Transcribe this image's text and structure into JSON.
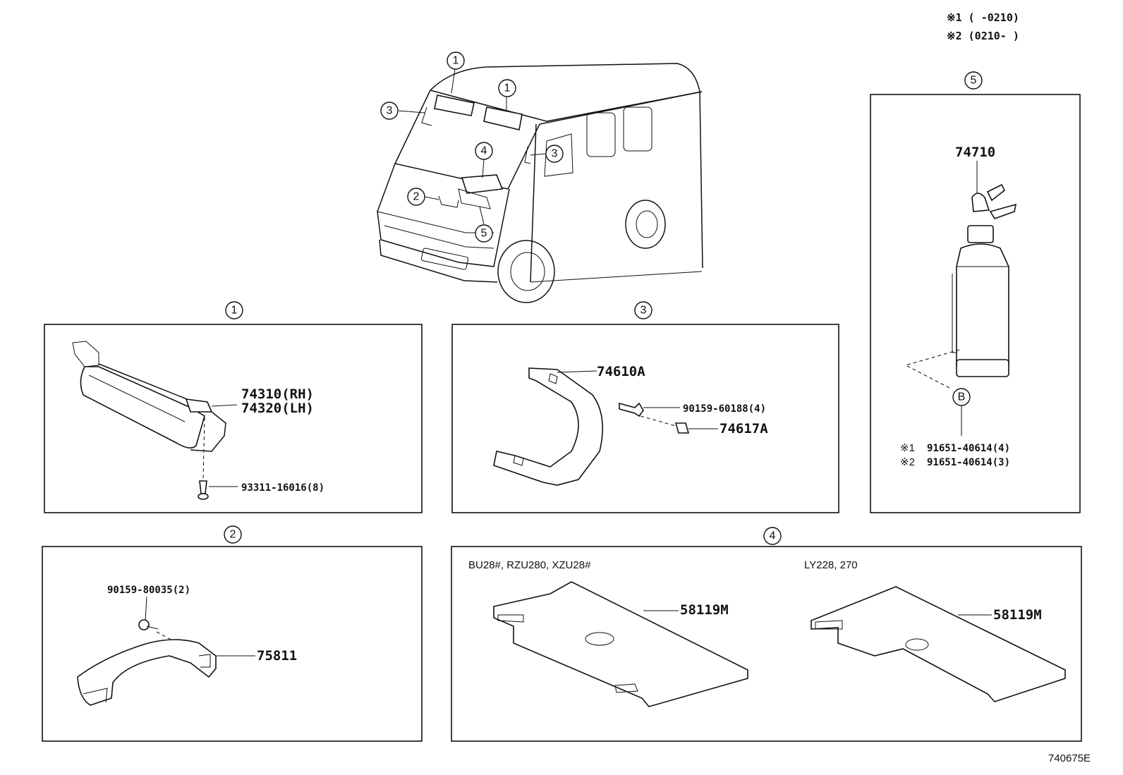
{
  "notes": {
    "note1": "※1 (     -0210)",
    "note2": "※2 (0210-     )"
  },
  "callouts": {
    "c1": "1",
    "c2": "2",
    "c3": "3",
    "c4": "4",
    "c5": "5",
    "cB": "B"
  },
  "section1": {
    "visor_rh": "74310(RH)",
    "visor_lh": "74320(LH)",
    "screw": "93311-16016(8)"
  },
  "section2": {
    "screw": "90159-80035(2)",
    "grip": "75811"
  },
  "section3": {
    "grip": "74610A",
    "screw": "90159-60188(4)",
    "cap": "74617A"
  },
  "section4": {
    "model_left": "BU28#, RZU280, XZU28#",
    "model_right": "LY228, 270",
    "tray_left": "58119M",
    "tray_right": "58119M"
  },
  "section5": {
    "extinguisher": "74710",
    "bolt1_mark": "※1",
    "bolt1": "91651-40614(4)",
    "bolt2_mark": "※2",
    "bolt2": "91651-40614(3)"
  },
  "drawing_code": "740675E"
}
